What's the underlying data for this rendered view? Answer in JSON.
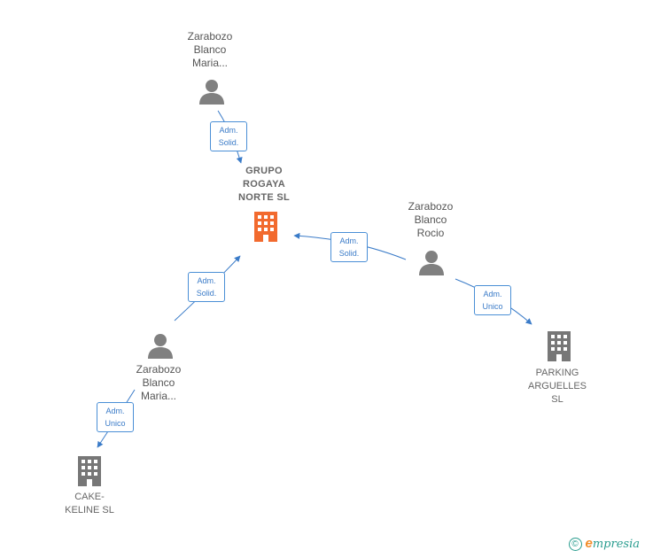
{
  "colors": {
    "edge": "#3a7bc8",
    "person": "#808080",
    "company": "#777777",
    "focus_company": "#f26a2e"
  },
  "nodes": {
    "focus": {
      "lines": [
        "GRUPO",
        "ROGAYA",
        "NORTE  SL"
      ],
      "icon": "building-icon"
    },
    "person_top": {
      "lines": [
        "Zarabozo",
        "Blanco",
        "Maria..."
      ],
      "icon": "person-icon"
    },
    "person_right": {
      "lines": [
        "Zarabozo",
        "Blanco",
        "Rocio"
      ],
      "icon": "person-icon"
    },
    "person_left": {
      "lines": [
        "Zarabozo",
        "Blanco",
        "Maria..."
      ],
      "icon": "person-icon"
    },
    "parking": {
      "lines": [
        "PARKING",
        "ARGUELLES",
        "SL"
      ],
      "icon": "building-icon"
    },
    "cake": {
      "lines": [
        "CAKE-",
        "KELINE SL"
      ],
      "icon": "building-icon"
    }
  },
  "edges": [
    {
      "from": "person_top",
      "to": "focus",
      "label": [
        "Adm.",
        "Solid."
      ]
    },
    {
      "from": "person_right",
      "to": "focus",
      "label": [
        "Adm.",
        "Solid."
      ]
    },
    {
      "from": "person_left",
      "to": "focus",
      "label": [
        "Adm.",
        "Solid."
      ]
    },
    {
      "from": "person_right",
      "to": "parking",
      "label": [
        "Adm.",
        "Unico"
      ]
    },
    {
      "from": "person_left",
      "to": "cake",
      "label": [
        "Adm.",
        "Unico"
      ]
    }
  ],
  "footer": {
    "copyright": "©",
    "brand_e": "e",
    "brand_rest": "mpresia"
  }
}
